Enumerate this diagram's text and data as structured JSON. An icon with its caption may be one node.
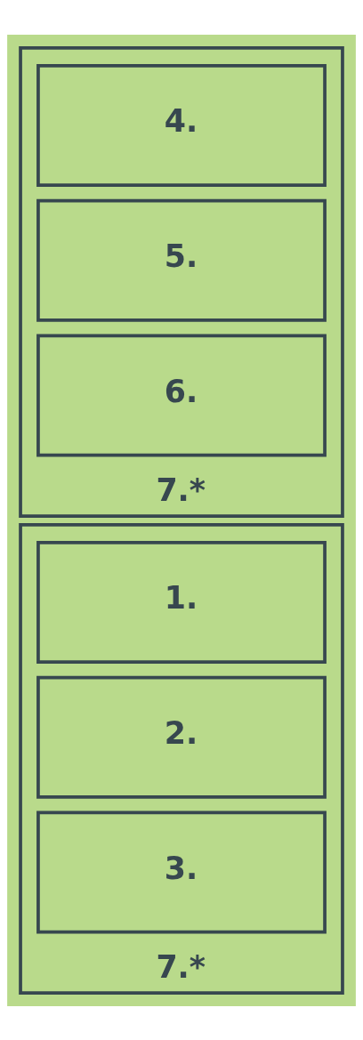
{
  "diagram": {
    "nodes": [
      {
        "text": [
          "7.*"
        ]
      },
      {
        "text": [
          "1."
        ],
        "in": 0
      },
      {
        "text": [
          "2."
        ],
        "in": 0
      },
      {
        "text": [
          "3."
        ],
        "in": 0
      },
      {
        "text": [
          "7.*"
        ]
      },
      {
        "text": [
          "4."
        ],
        "in": 4
      },
      {
        "text": [
          "5."
        ],
        "in": 4
      },
      {
        "text": [
          "6."
        ],
        "in": 4
      }
    ]
  }
}
